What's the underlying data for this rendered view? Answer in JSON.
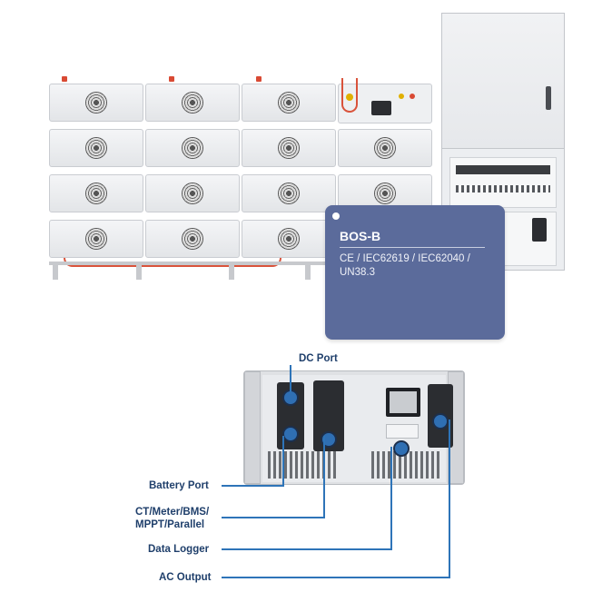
{
  "card": {
    "title": "BOS-B",
    "certifications": "CE / IEC62619 / IEC62040 / UN38.3"
  },
  "callouts": {
    "dc_port": "DC Port",
    "battery_port": "Battery Port",
    "ct_meter_line1": "CT/Meter/BMS/",
    "ct_meter_line2": "MPPT/Parallel",
    "data_logger": "Data Logger",
    "ac_output": "AC Output"
  },
  "colors": {
    "card_bg": "#5b6b9b",
    "callout_text": "#1f3f6b",
    "callout_line": "#2e74b8",
    "cable": "#d9533b"
  },
  "icons": [
    "fan-icon",
    "display-screen-icon",
    "port-icon"
  ]
}
